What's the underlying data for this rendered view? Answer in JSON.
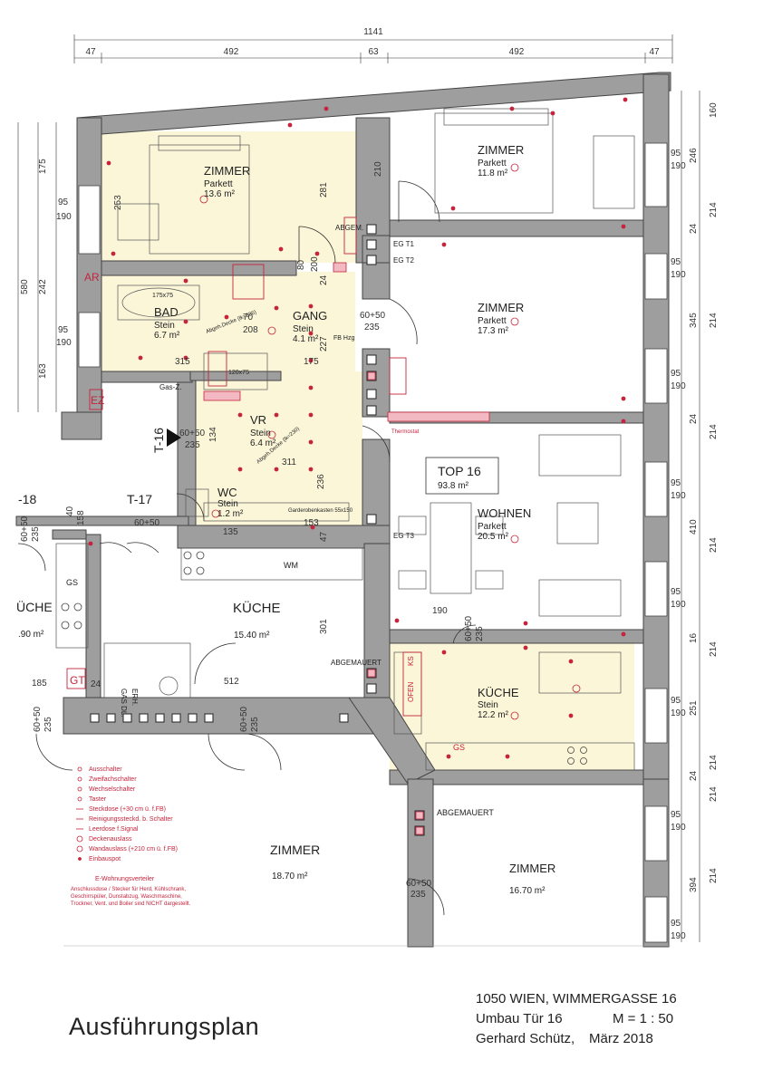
{
  "top_dimensions": {
    "total": "1141",
    "segments": [
      "47",
      "492",
      "63",
      "492",
      "47"
    ]
  },
  "right_dimensions": [
    "160",
    "246",
    "95",
    "190",
    "24",
    "214",
    "95",
    "190",
    "345",
    "214",
    "95",
    "190",
    "24",
    "214",
    "95",
    "190",
    "410",
    "214",
    "95",
    "190",
    "16",
    "214",
    "95",
    "190",
    "251",
    "214",
    "24",
    "214",
    "95",
    "190",
    "394",
    "214",
    "95",
    "190"
  ],
  "left_dimensions": [
    "175",
    "95",
    "190",
    "580",
    "242",
    "95",
    "190",
    "163"
  ],
  "rooms": [
    {
      "key": "zimmer1",
      "name": "ZIMMER",
      "floor": "Parkett",
      "area": "13.6 m²"
    },
    {
      "key": "zimmer2",
      "name": "ZIMMER",
      "floor": "Parkett",
      "area": "11.8 m²"
    },
    {
      "key": "zimmer3",
      "name": "ZIMMER",
      "floor": "Parkett",
      "area": "17.3 m²"
    },
    {
      "key": "bad",
      "name": "BAD",
      "floor": "Stein",
      "area": "6.7 m²"
    },
    {
      "key": "gang",
      "name": "GANG",
      "floor": "Stein",
      "area": "4.1 m²"
    },
    {
      "key": "vr",
      "name": "VR",
      "floor": "Stein",
      "area": "6.4 m²"
    },
    {
      "key": "wc",
      "name": "WC",
      "floor": "Stein",
      "area": "1.2 m²"
    },
    {
      "key": "wohnen",
      "name": "WOHNEN",
      "floor": "Parkett",
      "area": "20.5 m²"
    },
    {
      "key": "kueche_top",
      "name": "KÜCHE",
      "floor": "Stein",
      "area": "12.2 m²"
    }
  ],
  "top16": {
    "label": "TOP 16",
    "area": "93.8 m²"
  },
  "neighbor_rooms": [
    {
      "key": "kueche_t17",
      "name": "KÜCHE",
      "area": "15.40 m²"
    },
    {
      "key": "zimmer_lower_left",
      "name": "ZIMMER",
      "area": "18.70 m²"
    },
    {
      "key": "zimmer_lower_right",
      "name": "ZIMMER",
      "area": "16.70 m²"
    },
    {
      "key": "kueche_t18",
      "name": "ÜCHE",
      "area": ".90 m²"
    }
  ],
  "unit_labels": {
    "t16": "T-16",
    "t17": "T-17",
    "t18": "-18"
  },
  "notes": {
    "abgemauert1": "ABGEMAUERT",
    "abgemauert2": "ABGEMAUERT",
    "abgem": "ABGEM.",
    "ez": "EZ",
    "ar": "AR",
    "gt": "GT",
    "gs": "GS",
    "gs2": "GS",
    "wm": "WM",
    "gas_dl": "GAS DL.",
    "erh": "ERH.",
    "ofen": "OFEN",
    "ks": "KS",
    "gaszahler": "Gas-Z.",
    "eg_t1": "EG T1",
    "eg_t2": "EG T2",
    "eg_t3": "EG T3",
    "fb_hzg": "FB Hzg",
    "thermostat": "Thermostat",
    "garderobe": "Garderobenkasten 55x150",
    "abgeh_decke": "Abgeh.Decke (lk=226)",
    "abgeh_decke2": "Abgeh.Decke (lk=230)",
    "bath_size": "175x75",
    "shower_size": "120x75"
  },
  "door_dims": {
    "d1": "60+50",
    "d1b": "235",
    "d2": "60+50",
    "d2b": "235",
    "d3": "60+50",
    "d3b": "235",
    "d4": "60+50",
    "d4b": "235",
    "d5": "60+50",
    "d5b": "235",
    "d6": "60+50",
    "d6b": "235",
    "d7": "60+50",
    "d7b": "235",
    "d8": "60+50",
    "d8b": "235"
  },
  "inner_dims": [
    "253",
    "281",
    "210",
    "315",
    "208",
    "227",
    "175",
    "311",
    "236",
    "135",
    "153",
    "301",
    "512",
    "190",
    "185",
    "134",
    "80",
    "200",
    "70",
    "24",
    "47",
    "158",
    "40",
    "24"
  ],
  "legend": {
    "items": [
      "Ausschalter",
      "Zweifachschalter",
      "Wechselschalter",
      "Taster",
      "Steckdose (+30 cm ü. f.FB)",
      "Reinigungssteckd. b. Schalter",
      "Leerdose f.Signal",
      "Deckenauslass",
      "Wandauslass (+210 cm ü. f.FB)",
      "Einbauspot"
    ],
    "heading": "E-Wohnungsverteiler",
    "note": "Anschlussdose / Stecker für Herd, Kühlschrank, Geschirrspüler, Dunstabzug, Waschmaschine, Trockner, Vent. und Boiler sind NICHT dargestellt."
  },
  "title_block": {
    "plan_title": "Ausführungsplan",
    "address": "1050 WIEN,  WIMMERGASSE  16",
    "project": "Umbau  Tür 16",
    "scale": "M = 1 : 50",
    "author": "Gerhard Schütz,",
    "date": "März  2018"
  },
  "colors": {
    "wall": "#9e9e9e",
    "wall_edge": "#444444",
    "accent_red": "#c4243c",
    "highlight": "#fbf6d8",
    "line": "#333333"
  }
}
